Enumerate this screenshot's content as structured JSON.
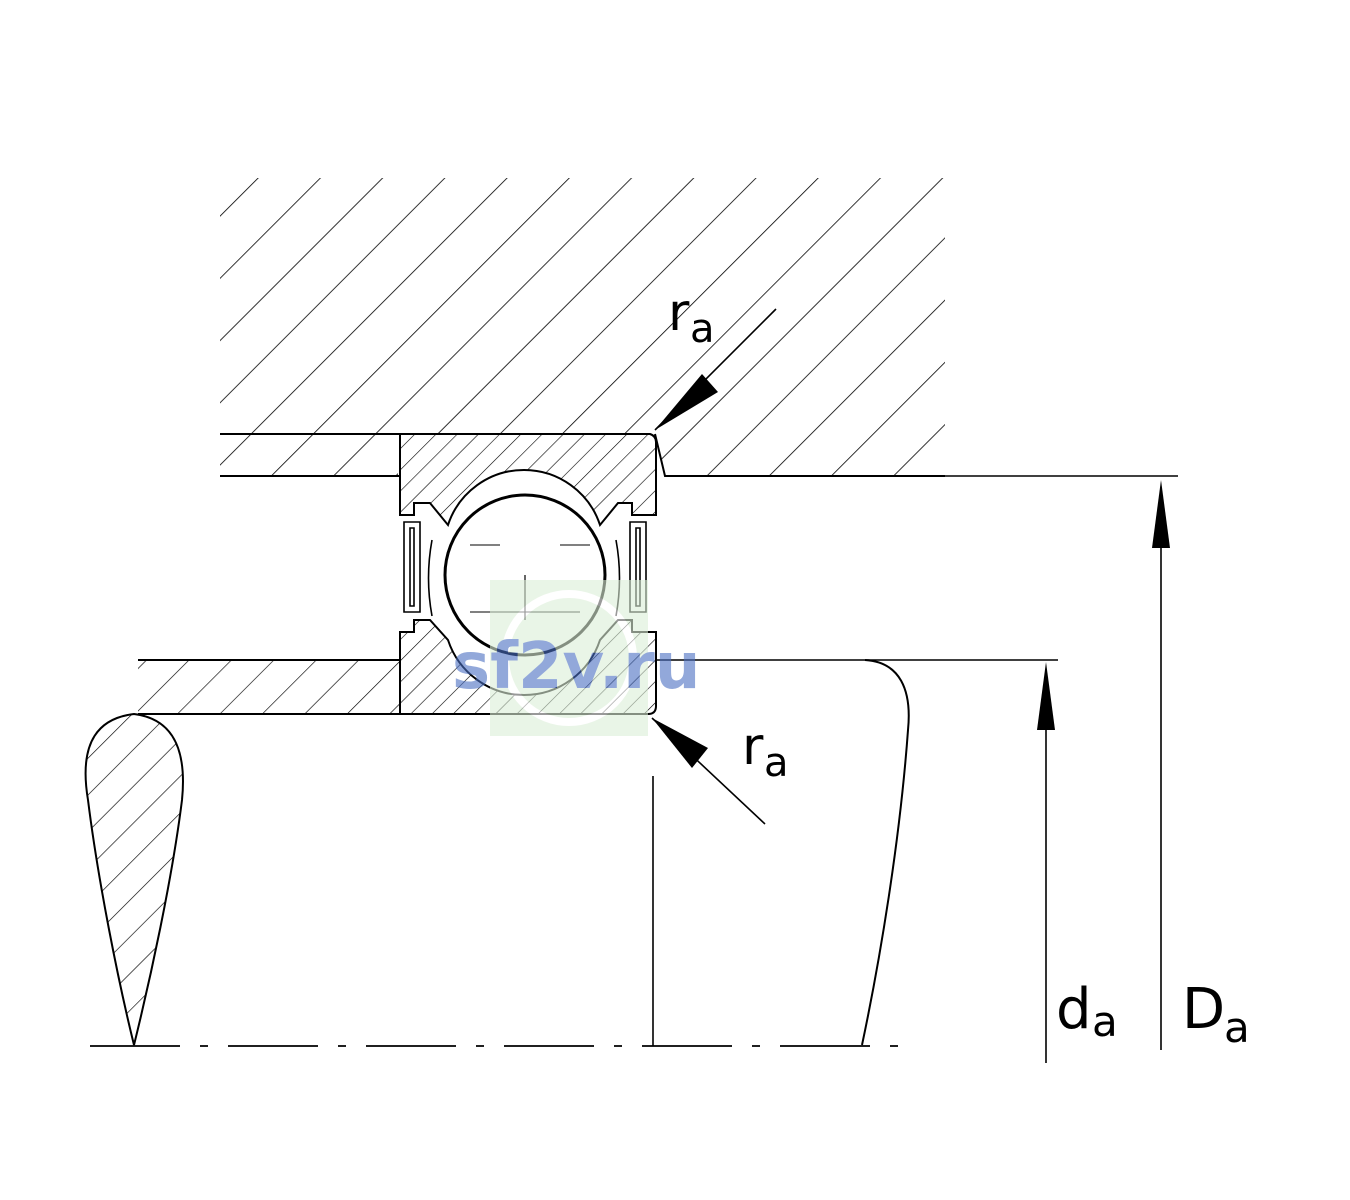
{
  "labels": {
    "ra_top": {
      "main": "r",
      "sub": "a"
    },
    "ra_bottom": {
      "main": "r",
      "sub": "a"
    },
    "da": {
      "main": "d",
      "sub": "a"
    },
    "Da": {
      "main": "D",
      "sub": "a"
    }
  },
  "watermark": {
    "text": "sf2v.ru",
    "color": "#4a6fc2",
    "bg": "#dcefd8"
  },
  "colors": {
    "line": "#000000",
    "background": "#ffffff"
  }
}
